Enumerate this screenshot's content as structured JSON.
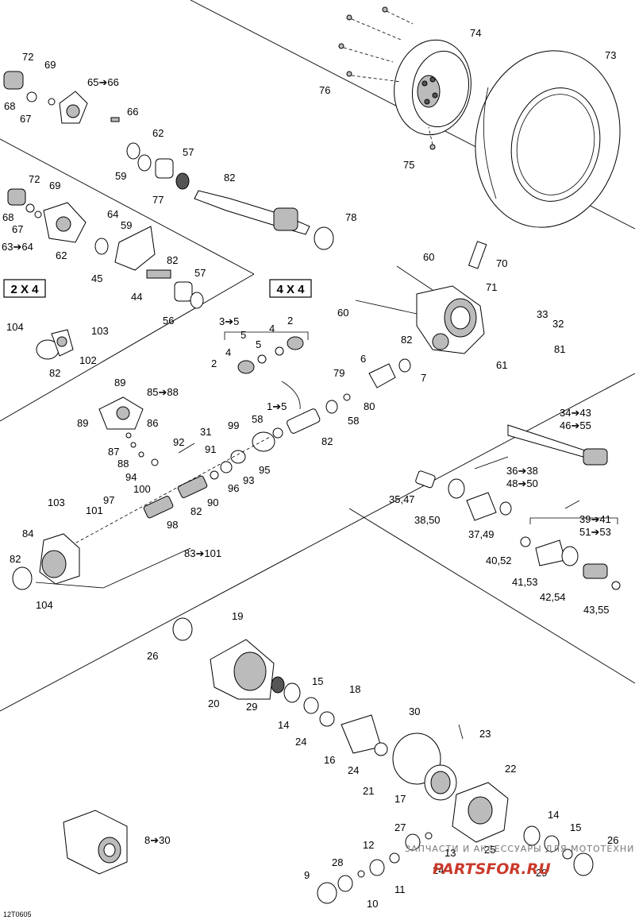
{
  "diagram": {
    "ref_code": "12T0605",
    "box_labels": {
      "two_wd": "2 X 4",
      "four_wd": "4 X 4"
    },
    "labels": {
      "l74": "74",
      "l73": "73",
      "l76": "76",
      "l75": "75",
      "l72a": "72",
      "l69a": "69",
      "l68a": "68",
      "l67a": "67",
      "l65": "65➔66",
      "l66": "66",
      "l62a": "62",
      "l59a": "59",
      "l57a": "57",
      "l77": "77",
      "l82a": "82",
      "l72b": "72",
      "l69b": "69",
      "l68b": "68",
      "l67b": "67",
      "l63": "63➔64",
      "l64": "64",
      "l59b": "59",
      "l62b": "62",
      "l45": "45",
      "l82b": "82",
      "l57b": "57",
      "l44": "44",
      "l56": "56",
      "l78": "78",
      "l60a": "60",
      "l70": "70",
      "l71": "71",
      "l60b": "60",
      "l33": "33",
      "l32": "32",
      "l81": "81",
      "l82c": "82",
      "l61": "61",
      "l104a": "104",
      "l103a": "103",
      "l102": "102",
      "l82d": "82",
      "l3to5": "3➔5",
      "l4a": "4",
      "l2a": "2",
      "l5a": "5",
      "l5b": "5",
      "l4b": "4",
      "l2b": "2",
      "l6": "6",
      "l7": "7",
      "l79": "79",
      "l80": "80",
      "l1to5": "1➔5",
      "l58a": "58",
      "l58b": "58",
      "l82e": "82",
      "l89a": "89",
      "l85": "85➔88",
      "l89b": "89",
      "l86": "86",
      "l99": "99",
      "l31": "31",
      "l92": "92",
      "l87": "87",
      "l88": "88",
      "l91": "91",
      "l94": "94",
      "l100": "100",
      "l95": "95",
      "l93": "93",
      "l96": "96",
      "l90": "90",
      "l97": "97",
      "l103b": "103",
      "l101": "101",
      "l98": "98",
      "l82f": "82",
      "l84": "84",
      "l82g": "82",
      "l104b": "104",
      "l83": "83➔101",
      "l34": "34➔43",
      "l46": "46➔55",
      "l36": "36➔38",
      "l48": "48➔50",
      "l3547": "35,47",
      "l3850": "38,50",
      "l3749": "37,49",
      "l39": "39➔41",
      "l51": "51➔53",
      "l4052": "40,52",
      "l4153": "41,53",
      "l4254": "42,54",
      "l4355": "43,55",
      "l19": "19",
      "l26a": "26",
      "l20": "20",
      "l29a": "29",
      "l15a": "15",
      "l14a": "14",
      "l18": "18",
      "l30": "30",
      "l24a": "24",
      "l16": "16",
      "l24b": "24",
      "l21": "21",
      "l23": "23",
      "l22": "22",
      "l17": "17",
      "l14b": "14",
      "l15b": "15",
      "l26b": "26",
      "l27": "27",
      "l25": "25",
      "l13": "13",
      "l29b": "29",
      "l12": "12",
      "l24c": "24",
      "l28": "28",
      "l9": "9",
      "l11": "11",
      "l10": "10",
      "l8": "8➔30"
    },
    "watermark": {
      "text": "ЗАПЧАСТИ И АКСЕССУАРЫ ДЛЯ МОТОТЕХНИКИ",
      "brand": "PARTSFOR.RU"
    }
  }
}
